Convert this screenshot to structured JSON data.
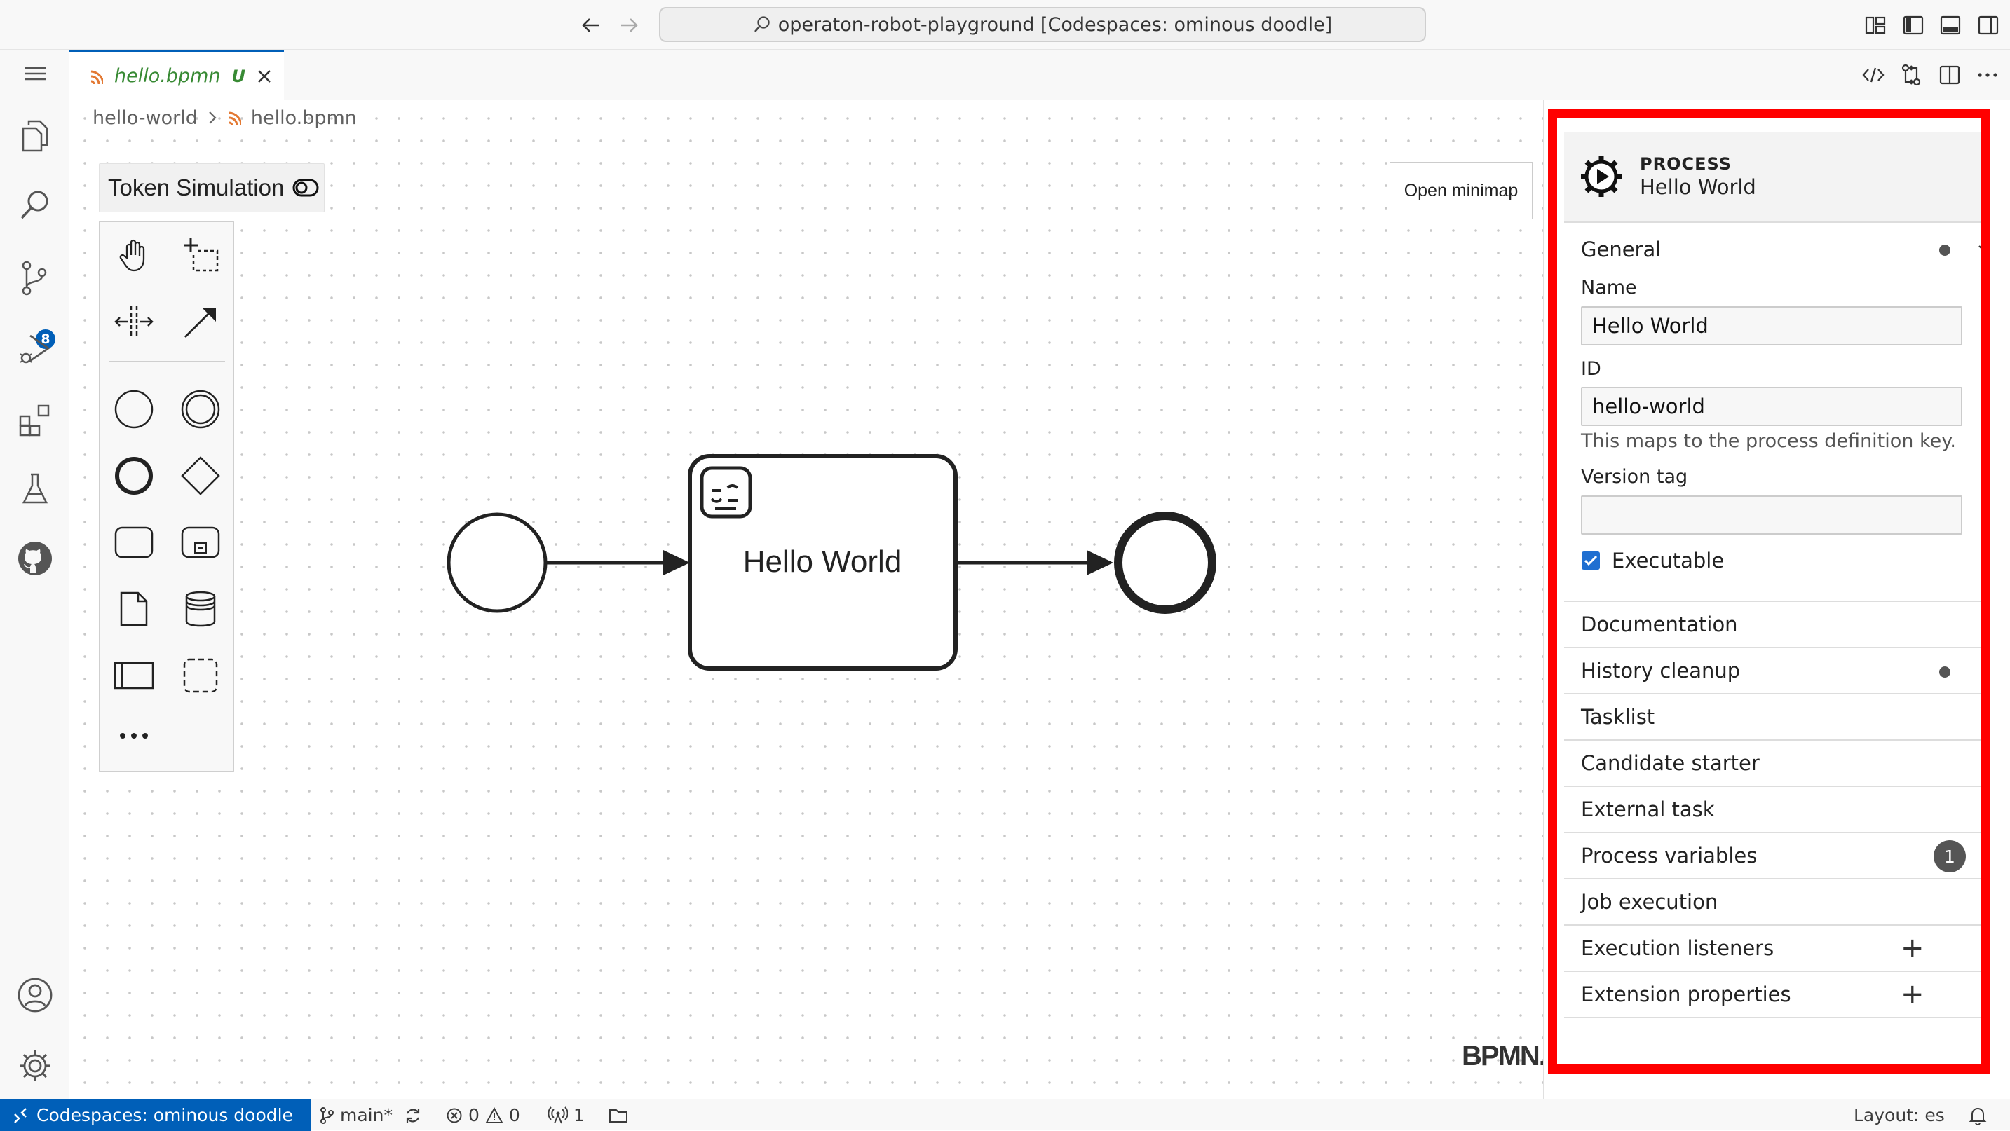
{
  "titlebar": {
    "search_text": "operaton-robot-playground [Codespaces: ominous doodle]"
  },
  "activity_bar": {
    "items": [
      "explorer-icon",
      "search-icon",
      "source-control-icon",
      "run-debug-icon",
      "extensions-icon",
      "testing-icon",
      "github-icon"
    ],
    "source_control_badge": "8"
  },
  "tab": {
    "filename": "hello.bpmn",
    "status": "U"
  },
  "breadcrumb": {
    "folder": "hello-world",
    "file": "hello.bpmn"
  },
  "canvas": {
    "token_simulation_label": "Token Simulation",
    "open_minimap_label": "Open minimap",
    "task_label": "Hello World",
    "watermark": "BPMN.iO"
  },
  "properties": {
    "element_type": "PROCESS",
    "element_name": "Hello World",
    "general_label": "General",
    "name_label": "Name",
    "name_value": "Hello World",
    "id_label": "ID",
    "id_value": "hello-world",
    "id_hint": "This maps to the process definition key.",
    "version_tag_label": "Version tag",
    "version_tag_value": "",
    "executable_label": "Executable",
    "executable_checked": true,
    "groups": {
      "documentation": "Documentation",
      "history_cleanup": "History cleanup",
      "tasklist": "Tasklist",
      "candidate_starter": "Candidate starter",
      "external_task": "External task",
      "process_variables": "Process variables",
      "process_variables_count": "1",
      "job_execution": "Job execution",
      "execution_listeners": "Execution listeners",
      "extension_properties": "Extension properties"
    }
  },
  "statusbar": {
    "remote": "Codespaces: ominous doodle",
    "branch": "main*",
    "errors": "0",
    "warnings": "0",
    "ports": "1",
    "layout": "Layout: es"
  },
  "colors": {
    "accent": "#005fb8",
    "highlight_box": "#ff0000",
    "tab_modified": "#388a34",
    "bpmn_icon": "#e37933"
  }
}
